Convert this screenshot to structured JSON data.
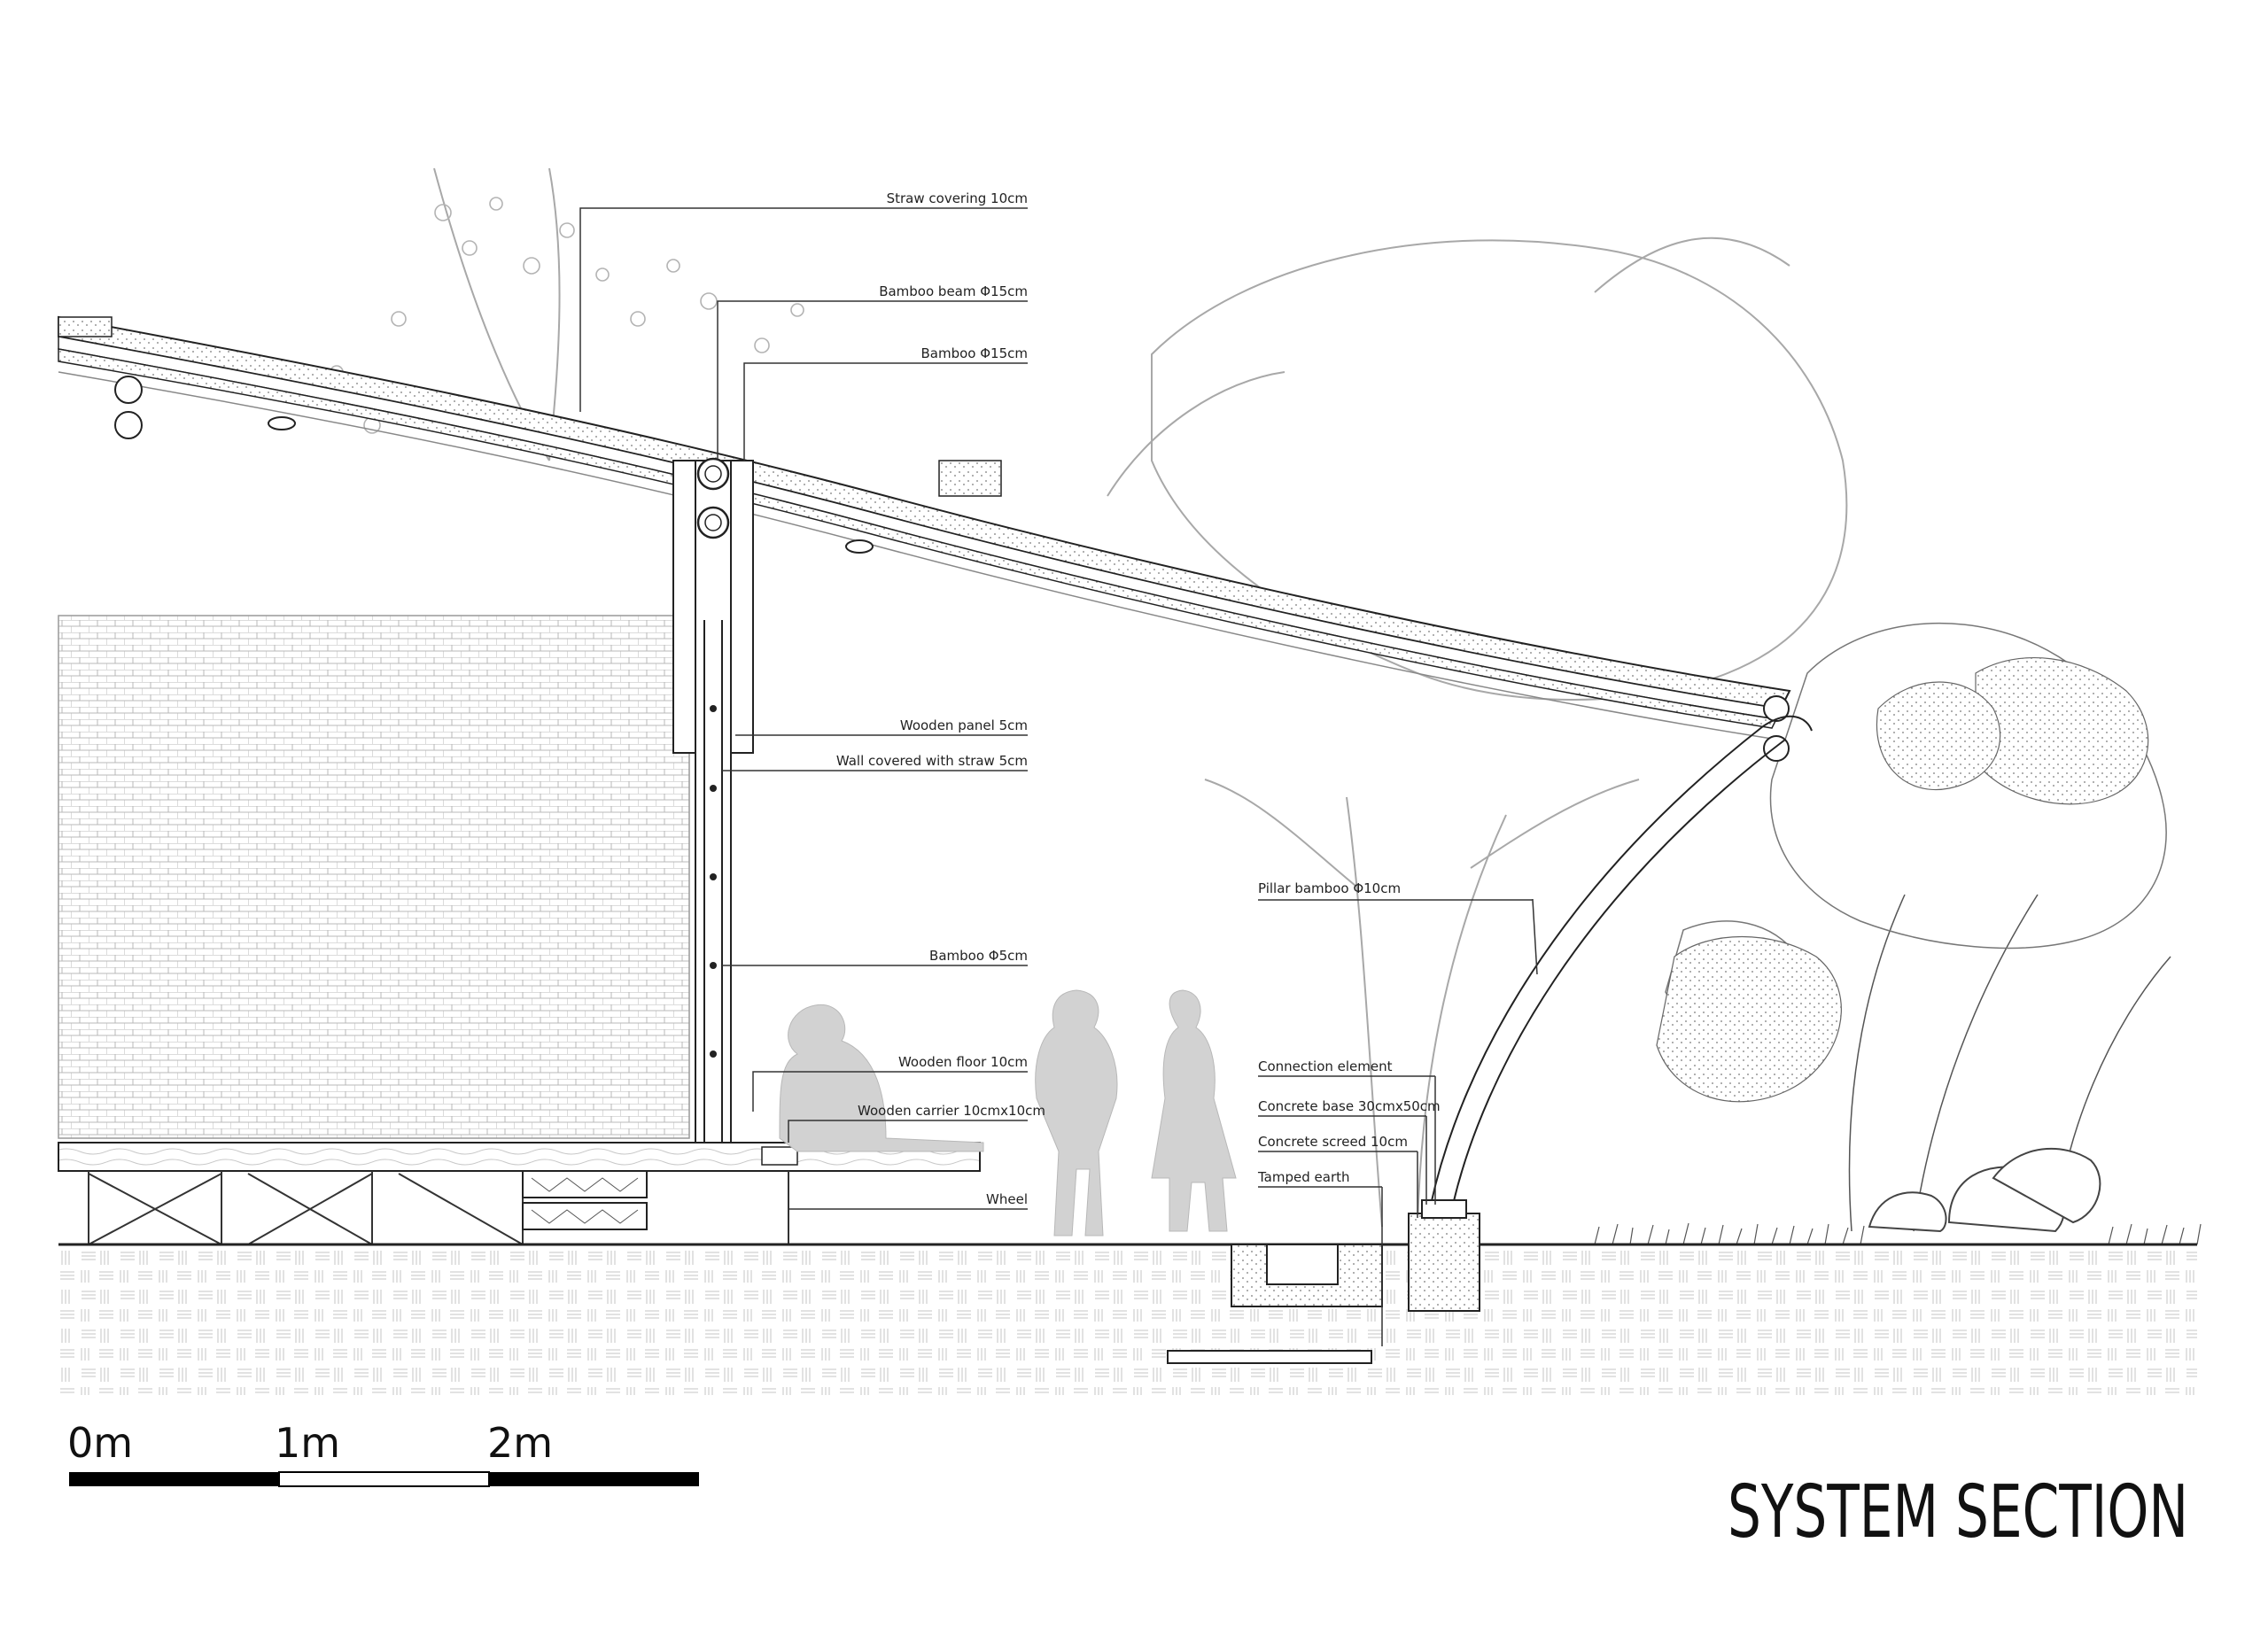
{
  "title": "SYSTEM SECTION",
  "scale_bar": {
    "labels": [
      "0m",
      "1m",
      "2m"
    ]
  },
  "callouts": [
    {
      "id": "straw-covering",
      "text": "Straw covering 10cm"
    },
    {
      "id": "bamboo-beam",
      "text": "Bamboo beam Φ15cm"
    },
    {
      "id": "bamboo-15",
      "text": "Bamboo Φ15cm"
    },
    {
      "id": "wooden-panel",
      "text": "Wooden panel 5cm"
    },
    {
      "id": "wall-straw",
      "text": "Wall covered with straw  5cm"
    },
    {
      "id": "bamboo-5",
      "text": "Bamboo Φ5cm"
    },
    {
      "id": "wooden-floor",
      "text": "Wooden floor 10cm"
    },
    {
      "id": "wooden-carrier",
      "text": "Wooden carrier 10cmx10cm"
    },
    {
      "id": "wheel",
      "text": "Wheel"
    },
    {
      "id": "pillar-bamboo",
      "text": "Pillar bamboo Φ10cm"
    },
    {
      "id": "connection-element",
      "text": "Connection element"
    },
    {
      "id": "concrete-base",
      "text": "Concrete base 30cmx50cm"
    },
    {
      "id": "concrete-screed",
      "text": "Concrete screed 10cm"
    },
    {
      "id": "tamped-earth",
      "text": "Tamped earth"
    }
  ],
  "colors": {
    "ink": "#222222",
    "light_ink": "#9a9a9a",
    "silhouette": "#cfcfcf",
    "scale_fill": "#000000"
  }
}
